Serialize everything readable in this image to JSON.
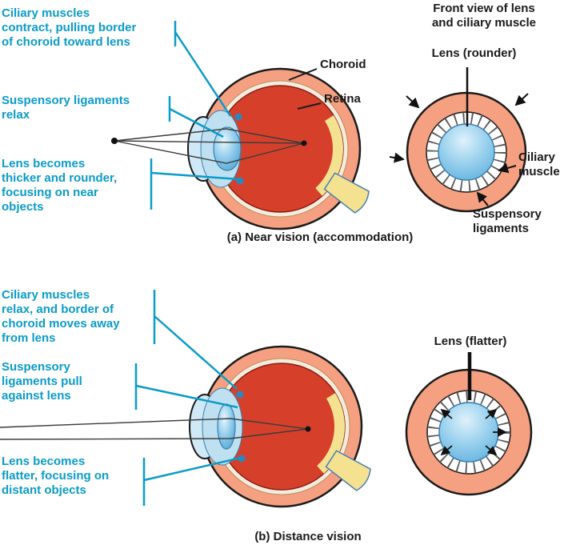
{
  "colors": {
    "accent-cyan": "#0B9BC9",
    "eye-red": "#D6402B",
    "sclera-peach": "#F5A080",
    "pale-ring": "#F2ECDD",
    "nerve-yellow": "#F4E291",
    "anterior-blue": "#BEE0F0",
    "ink": "#1A1A1A"
  },
  "panel_a": {
    "notes": {
      "ciliary": "Ciliary muscles\ncontract, pulling border\nof choroid toward lens",
      "suspensory": "Suspensory ligaments\nrelax",
      "lens": "Lens becomes\nthicker and rounder,\nfocusing on near\nobjects"
    },
    "labels": {
      "choroid": "Choroid",
      "retina": "Retina",
      "front_view_title": "Front view of lens\nand ciliary muscle",
      "lens_front": "Lens (rounder)",
      "ciliary_muscle": "Ciliary\nmuscle",
      "suspensory_ligaments": "Suspensory\nligaments"
    },
    "caption": "(a) Near vision (accommodation)"
  },
  "panel_b": {
    "notes": {
      "ciliary": "Ciliary muscles\nrelax, and border of\nchoroid moves away\nfrom lens",
      "suspensory": "Suspensory\nligaments pull\nagainst lens",
      "lens": "Lens becomes\nflatter, focusing on\ndistant objects"
    },
    "labels": {
      "lens_front": "Lens (flatter)"
    },
    "caption": "(b) Distance vision"
  }
}
